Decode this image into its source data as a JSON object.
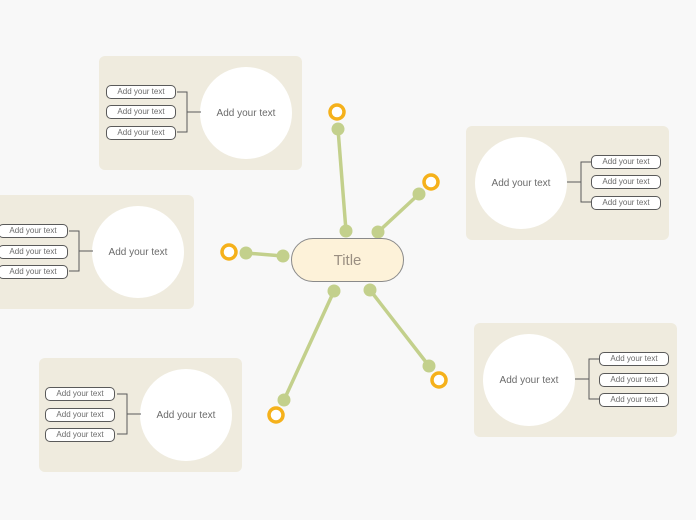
{
  "title": "Title",
  "colors": {
    "line": "#c3d08c",
    "ring": "#f5b11b",
    "card": "#efebde",
    "title_fill": "#fdf2d9"
  },
  "topics": [
    {
      "main": "Add your text",
      "items": [
        "Add your text",
        "Add your text",
        "Add your text"
      ]
    },
    {
      "main": "Add your text",
      "items": [
        "Add your text",
        "Add your text",
        "Add your text"
      ]
    },
    {
      "main": "Add your text",
      "items": [
        "Add your text",
        "Add your text",
        "Add your text"
      ]
    },
    {
      "main": "Add your text",
      "items": [
        "Add your text",
        "Add your text",
        "Add your text"
      ]
    },
    {
      "main": "Add your text",
      "items": [
        "Add your text",
        "Add your text",
        "Add your text"
      ]
    }
  ]
}
